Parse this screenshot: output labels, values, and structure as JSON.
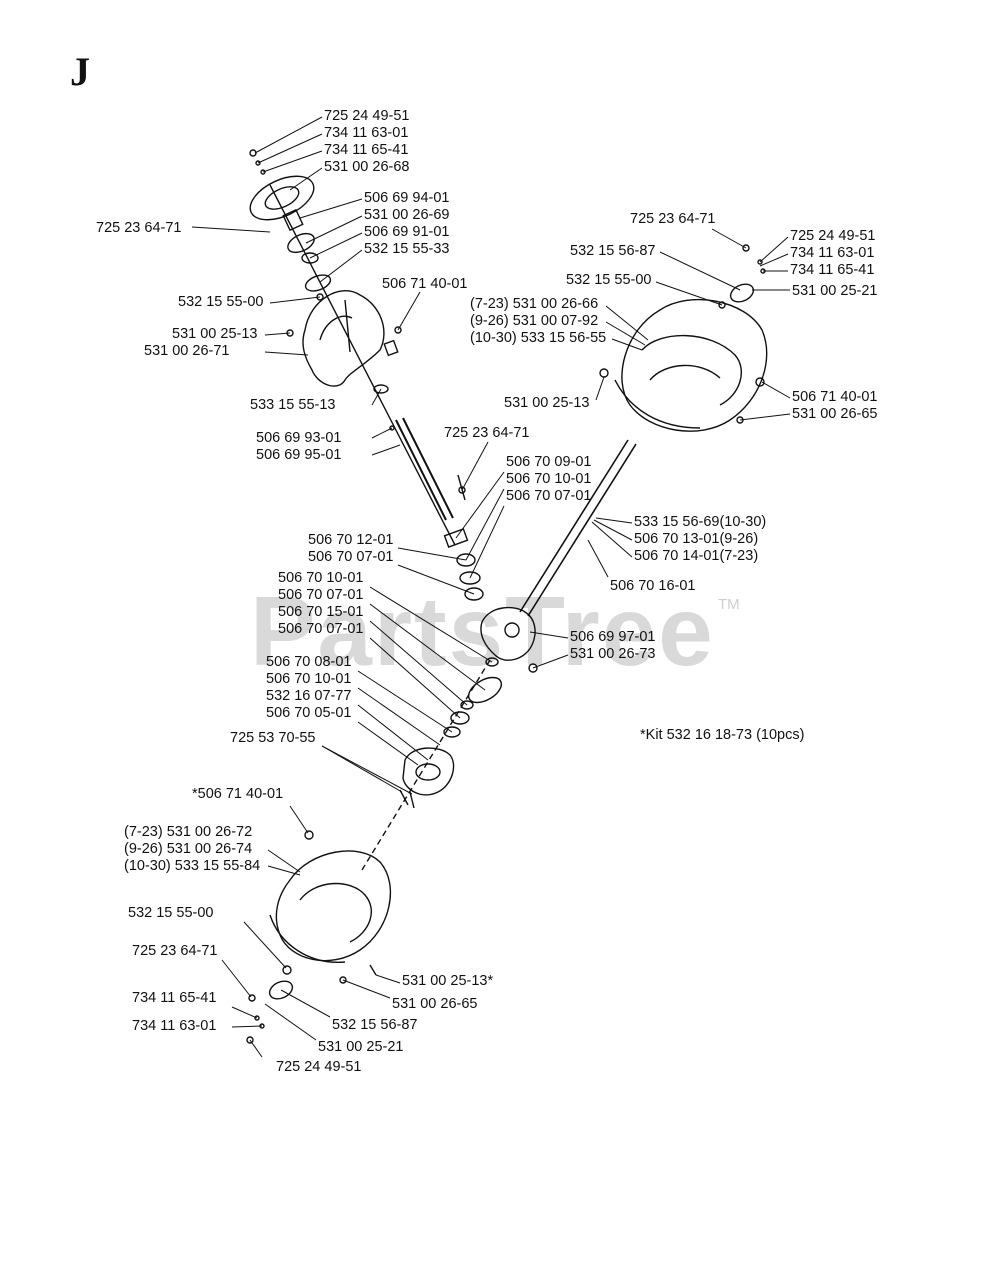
{
  "section": "J",
  "watermark": {
    "text": "PartsTree",
    "tm": "TM"
  },
  "kit_note": "*Kit 532 16 18-73 (10pcs)",
  "parts": [
    "725 24 49-51",
    "734 11 63-01",
    "734 11 65-41",
    "531 00 26-68",
    "506 69 94-01",
    "725 23 64-71",
    "531 00 26-69",
    "506 69 91-01",
    "532 15 55-33",
    "506 71 40-01",
    "532 15 55-00",
    "531 00 25-13",
    "531 00 26-71",
    "533 15 55-13",
    "506 69 93-01",
    "506 69 95-01",
    "725 23 64-71",
    "506 70 09-01",
    "506 70 10-01",
    "506 70 07-01",
    "506 70 12-01",
    "506 70 07-01",
    "506 70 10-01",
    "506 70 07-01",
    "506 70 15-01",
    "506 70 07-01",
    "506 70 08-01",
    "506 70 10-01",
    "532 16 07-77",
    "506 70 05-01",
    "725 53 70-55",
    "*506 71 40-01",
    "(7-23) 531 00 26-72",
    "(9-26) 531 00 26-74",
    "(10-30) 533 15 55-84",
    "532 15 55-00",
    "725 23 64-71",
    "734 11 65-41",
    "734 11 63-01",
    "725 24 49-51",
    "532 15 56-87",
    "531 00 25-21",
    "531 00 25-13*",
    "531 00 26-65",
    "725 23 64-71",
    "725 24 49-51",
    "532 15 56-87",
    "734 11 63-01",
    "734 11 65-41",
    "532 15 55-00",
    "531 00 25-21",
    "(7-23) 531 00 26-66",
    "(9-26) 531 00 07-92",
    "(10-30) 533 15 56-55",
    "531 00 25-13",
    "506 71 40-01",
    "531 00 26-65",
    "533 15 56-69(10-30)",
    "506 70 13-01(9-26)",
    "506 70 14-01(7-23)",
    "506 70 16-01",
    "506 69 97-01",
    "531 00 26-73"
  ]
}
